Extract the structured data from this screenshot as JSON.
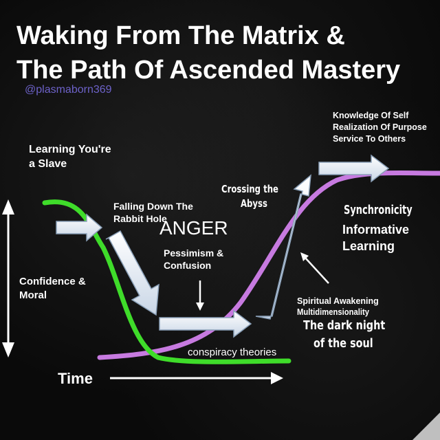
{
  "title_line1": "Waking From The Matrix &",
  "title_line2": "The Path Of Ascended Mastery",
  "handle": "@plasmaborn369",
  "labels": {
    "learning_slave_1": "Learning You're",
    "learning_slave_2": "a Slave",
    "rabbit_hole_1": "Falling Down The",
    "rabbit_hole_2": "Rabbit Hole",
    "anger": "ANGER",
    "pessimism_1": "Pessimism &",
    "pessimism_2": "Confusion",
    "crossing_1": "Crossing the",
    "crossing_2": "Abyss",
    "knowledge_1": "Knowledge Of Self",
    "knowledge_2": "Realization Of Purpose",
    "knowledge_3": "Service To Others",
    "synchronicity": "Synchronicity",
    "informative": "Informative",
    "learning": "Learning",
    "confidence_1": "Confidence &",
    "confidence_2": "Moral",
    "spiritual_1": "Spiritual Awakening",
    "spiritual_2": "Multidimensionality",
    "dark_night_1": "The dark night",
    "dark_night_2": "of the soul",
    "conspiracy": "conspiracy theories",
    "time": "Time"
  },
  "colors": {
    "green_curve": "#3fdc2a",
    "purple_curve": "#c77ae0",
    "arrow_fill": "#ffffff",
    "arrow_tint": "#c9d6e6",
    "handle": "#6d62c9"
  }
}
